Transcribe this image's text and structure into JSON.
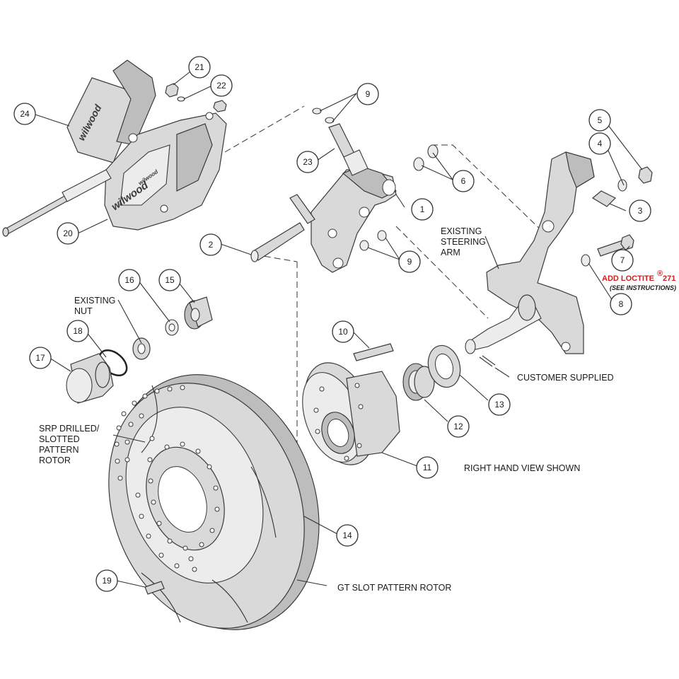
{
  "callouts": [
    "1",
    "2",
    "3",
    "4",
    "5",
    "6",
    "7",
    "8",
    "9",
    "9",
    "10",
    "11",
    "12",
    "13",
    "14",
    "15",
    "16",
    "17",
    "18",
    "19",
    "20",
    "21",
    "22",
    "23",
    "24"
  ],
  "labels": {
    "existing_steering_arm": [
      "EXISTING",
      "STEERING",
      "ARM"
    ],
    "existing_nut": [
      "EXISTING",
      "NUT"
    ],
    "loctite": "ADD LOCTITE",
    "loctite_reg": "®",
    "loctite_num": "271",
    "see_instructions": "(SEE INSTRUCTIONS)",
    "customer_supplied": "CUSTOMER SUPPLIED",
    "srp_rotor": [
      "SRP DRILLED/",
      "SLOTTED",
      "PATTERN",
      "ROTOR"
    ],
    "right_hand_view": "RIGHT HAND VIEW SHOWN",
    "gt_slot_rotor": "GT SLOT PATTERN ROTOR"
  },
  "brand_marks": [
    "wilwood",
    "wilwood",
    "wilwood"
  ],
  "colors": {
    "line": "#3a3a3a",
    "part_fill": "#d9d9d9",
    "warning_red": "#cc1f1f"
  }
}
